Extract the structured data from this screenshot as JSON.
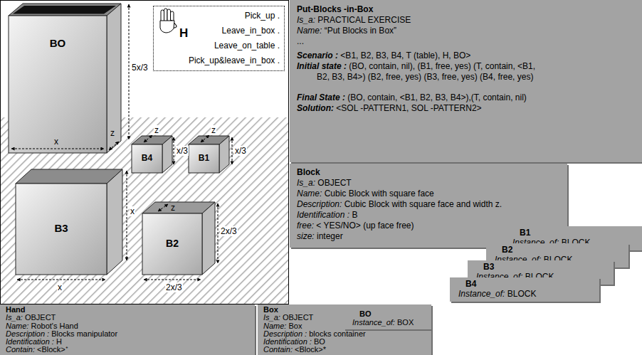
{
  "diagram": {
    "nodes": [
      {
        "text": [
          "BO"
        ]
      },
      {
        "text": [
          "H",
          "Pick_up .",
          "Leave_in_box .",
          "Leave_on_table .",
          "Pick_up&leave_in_box ."
        ]
      },
      {
        "text": [
          "B4"
        ]
      },
      {
        "text": [
          "B1"
        ]
      },
      {
        "text": [
          "B3"
        ]
      },
      {
        "text": [
          "B2"
        ]
      },
      {
        "text": [
          "Put-Blocks -in-Box",
          "Is_a: PRACTICAL EXERCISE",
          "Name: “Put Blocks in Box”",
          "...",
          "Scenario : <B1, B2, B3, B4, T (table), H, BO>",
          "Initial state : (BO, contain, nil), (B1, free, yes) (T, contain, <B1, B2, B3, B4>) (B2, free, yes) (B3, free, yes) (B4, free, yes)",
          "Final State : (BO, contain, <B1, B2, B3, B4>),(T, contain, nil)",
          "Solution: <SOL -PATTERN1, SOL -PATTERN2>"
        ]
      },
      {
        "text": [
          "Block",
          "Is_a: OBJECT",
          "Name: Cubic Block with square face",
          "Description: Cubic Block with square face and width z.",
          "Identification : B",
          "free: < YES/NO> (up face free)",
          "size: integer"
        ]
      },
      {
        "text": [
          "B1",
          "Instance_of: BLOCK"
        ]
      },
      {
        "text": [
          "B2",
          "Instance_of: BLOCK"
        ]
      },
      {
        "text": [
          "B3",
          "Instance_of: BLOCK"
        ]
      },
      {
        "text": [
          "B4",
          "Instance_of: BLOCK"
        ]
      },
      {
        "text": [
          "Hand",
          "Is_a: OBJECT",
          "Name: Robot's Hand",
          "Description : Blocks manipulator",
          "Identification : H",
          "Contain: <Block>⁺"
        ]
      },
      {
        "text": [
          "Box",
          "Is_a: OBJECT",
          "Name: Box",
          "Description : blocks container",
          "Identification : BO",
          "Contain: <Block>*"
        ]
      },
      {
        "text": [
          "BO",
          "Instance_of: BOX"
        ],
        "in": 13
      }
    ],
    "labels": [
      "x",
      "z",
      "5x/3",
      "z",
      "x/3",
      "z",
      "x/3",
      "x",
      "x",
      "z",
      "2x/3",
      "2x/3"
    ]
  }
}
